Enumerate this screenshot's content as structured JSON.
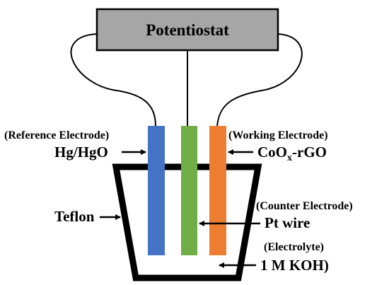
{
  "instrument": {
    "label": "Potentiostat",
    "fill": "#a6a6a6"
  },
  "reference": {
    "role": "(Reference Electrode)",
    "material": "Hg/HgO",
    "color": "#4472c4"
  },
  "counter": {
    "role": "(Counter Electrode)",
    "material": "Pt wire",
    "color": "#70ad47"
  },
  "working": {
    "role": "(Working Electrode)",
    "material_main": "CoO",
    "material_sub": "x",
    "material_tail": "-rGO",
    "color": "#ed7d31"
  },
  "cell": {
    "label": "Teflon"
  },
  "electrolyte": {
    "role": "(Electrolyte)",
    "value": "1 M KOH)"
  }
}
